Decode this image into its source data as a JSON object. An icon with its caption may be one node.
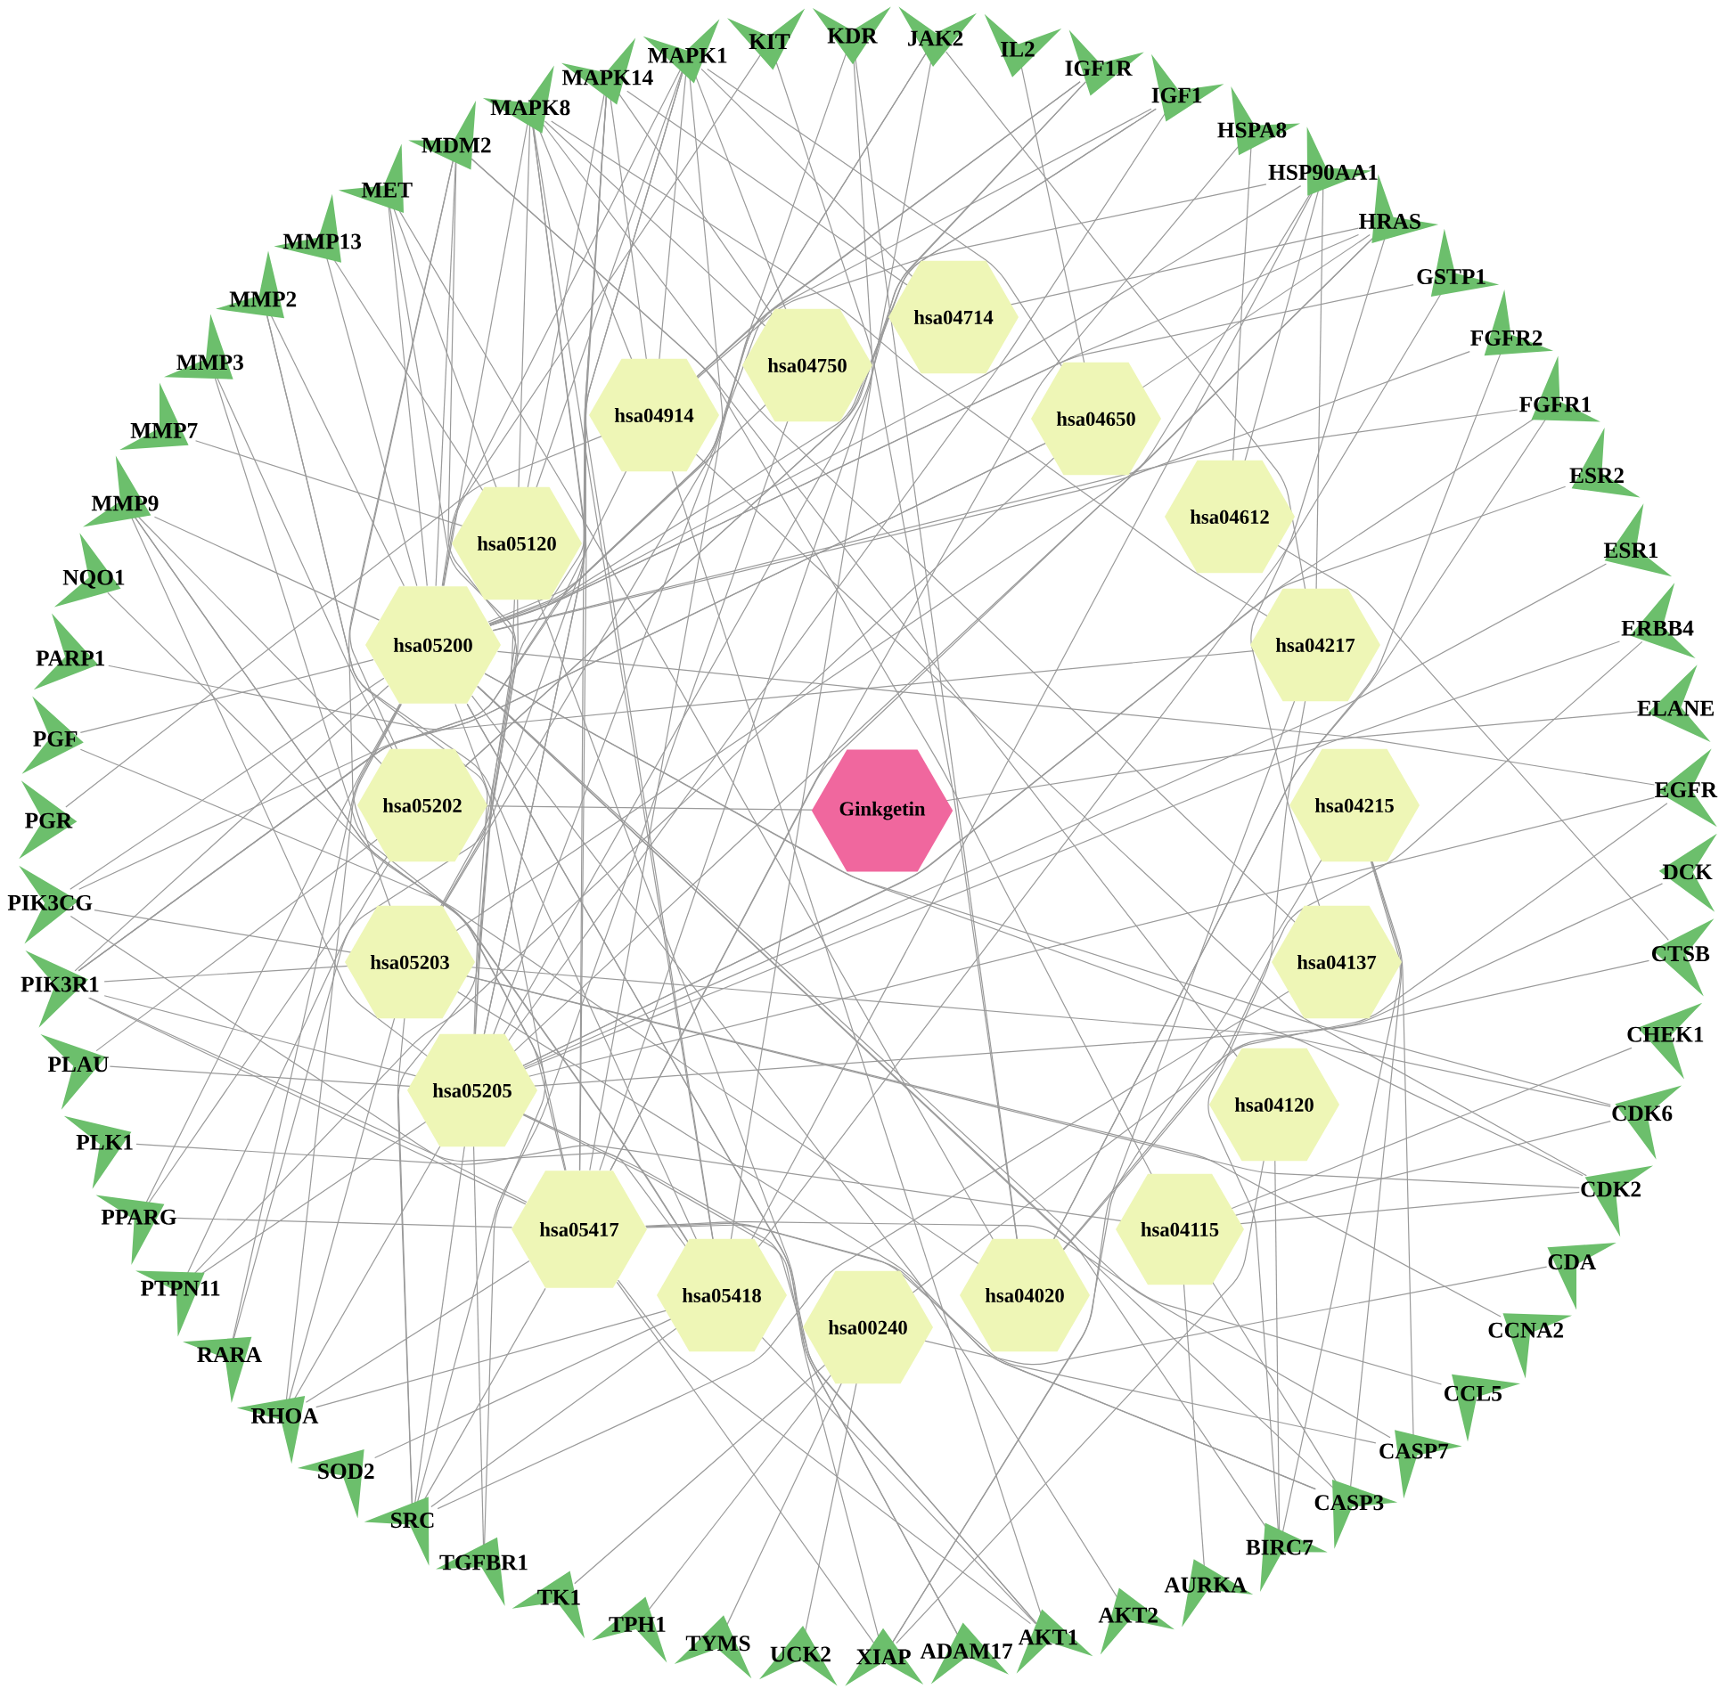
{
  "diagram": {
    "nodes": [
      {
        "text": [
          "Ginkgetin"
        ]
      },
      {
        "text": [
          "hsa04714"
        ]
      },
      {
        "text": [
          "hsa04750"
        ]
      },
      {
        "text": [
          "hsa04914"
        ]
      },
      {
        "text": [
          "hsa04650"
        ]
      },
      {
        "text": [
          "hsa05120"
        ]
      },
      {
        "text": [
          "hsa04612"
        ]
      },
      {
        "text": [
          "hsa05200"
        ]
      },
      {
        "text": [
          "hsa04217"
        ]
      },
      {
        "text": [
          "hsa05202"
        ]
      },
      {
        "text": [
          "hsa04215"
        ]
      },
      {
        "text": [
          "hsa05203"
        ]
      },
      {
        "text": [
          "hsa04137"
        ]
      },
      {
        "text": [
          "hsa05205"
        ]
      },
      {
        "text": [
          "hsa04120"
        ]
      },
      {
        "text": [
          "hsa05417"
        ]
      },
      {
        "text": [
          "hsa04115"
        ]
      },
      {
        "text": [
          "hsa05418"
        ]
      },
      {
        "text": [
          "hsa00240"
        ]
      },
      {
        "text": [
          "hsa04020"
        ]
      },
      {
        "text": [
          "KIT"
        ]
      },
      {
        "text": [
          "KDR"
        ]
      },
      {
        "text": [
          "JAK2"
        ]
      },
      {
        "text": [
          "IL2"
        ]
      },
      {
        "text": [
          "IGF1R"
        ]
      },
      {
        "text": [
          "IGF1"
        ]
      },
      {
        "text": [
          "HSPA8"
        ]
      },
      {
        "text": [
          "HSP90AA1"
        ]
      },
      {
        "text": [
          "HRAS"
        ]
      },
      {
        "text": [
          "GSTP1"
        ]
      },
      {
        "text": [
          "FGFR2"
        ]
      },
      {
        "text": [
          "FGFR1"
        ]
      },
      {
        "text": [
          "ESR2"
        ]
      },
      {
        "text": [
          "ESR1"
        ]
      },
      {
        "text": [
          "ERBB4"
        ]
      },
      {
        "text": [
          "ELANE"
        ]
      },
      {
        "text": [
          "EGFR"
        ]
      },
      {
        "text": [
          "DCK"
        ]
      },
      {
        "text": [
          "CTSB"
        ]
      },
      {
        "text": [
          "CHEK1"
        ]
      },
      {
        "text": [
          "CDK6"
        ]
      },
      {
        "text": [
          "CDK2"
        ]
      },
      {
        "text": [
          "CDA"
        ]
      },
      {
        "text": [
          "CCNA2"
        ]
      },
      {
        "text": [
          "CCL5"
        ]
      },
      {
        "text": [
          "CASP7"
        ]
      },
      {
        "text": [
          "CASP3"
        ]
      },
      {
        "text": [
          "BIRC7"
        ]
      },
      {
        "text": [
          "AURKA"
        ]
      },
      {
        "text": [
          "AKT2"
        ]
      },
      {
        "text": [
          "AKT1"
        ]
      },
      {
        "text": [
          "ADAM17"
        ]
      },
      {
        "text": [
          "XIAP"
        ]
      },
      {
        "text": [
          "UCK2"
        ]
      },
      {
        "text": [
          "TYMS"
        ]
      },
      {
        "text": [
          "TPH1"
        ]
      },
      {
        "text": [
          "TK1"
        ]
      },
      {
        "text": [
          "TGFBR1"
        ]
      },
      {
        "text": [
          "SRC"
        ]
      },
      {
        "text": [
          "SOD2"
        ]
      },
      {
        "text": [
          "RHOA"
        ]
      },
      {
        "text": [
          "RARA"
        ]
      },
      {
        "text": [
          "PTPN11"
        ]
      },
      {
        "text": [
          "PPARG"
        ]
      },
      {
        "text": [
          "PLK1"
        ]
      },
      {
        "text": [
          "PLAU"
        ]
      },
      {
        "text": [
          "PIK3R1"
        ]
      },
      {
        "text": [
          "PIK3CG"
        ]
      },
      {
        "text": [
          "PGR"
        ]
      },
      {
        "text": [
          "PGF"
        ]
      },
      {
        "text": [
          "PARP1"
        ]
      },
      {
        "text": [
          "NQO1"
        ]
      },
      {
        "text": [
          "MMP9"
        ]
      },
      {
        "text": [
          "MMP7"
        ]
      },
      {
        "text": [
          "MMP3"
        ]
      },
      {
        "text": [
          "MMP2"
        ]
      },
      {
        "text": [
          "MMP13"
        ]
      },
      {
        "text": [
          "MET"
        ]
      },
      {
        "text": [
          "MDM2"
        ]
      },
      {
        "text": [
          "MAPK8"
        ]
      },
      {
        "text": [
          "MAPK14"
        ]
      },
      {
        "text": [
          "MAPK1"
        ]
      }
    ],
    "edges": [
      {
        "from": 0,
        "to": 9,
        "arrow": "none"
      },
      {
        "from": 0,
        "to": 35,
        "arrow": "none"
      },
      {
        "from": 7,
        "to": 20,
        "arrow": "none"
      },
      {
        "from": 7,
        "to": 22,
        "arrow": "none"
      },
      {
        "from": 7,
        "to": 24,
        "arrow": "none"
      },
      {
        "from": 7,
        "to": 25,
        "arrow": "none"
      },
      {
        "from": 7,
        "to": 27,
        "arrow": "none"
      },
      {
        "from": 7,
        "to": 28,
        "arrow": "none"
      },
      {
        "from": 7,
        "to": 29,
        "arrow": "none"
      },
      {
        "from": 7,
        "to": 30,
        "arrow": "none"
      },
      {
        "from": 7,
        "to": 31,
        "arrow": "none"
      },
      {
        "from": 7,
        "to": 36,
        "arrow": "none"
      },
      {
        "from": 7,
        "to": 40,
        "arrow": "none"
      },
      {
        "from": 7,
        "to": 41,
        "arrow": "none"
      },
      {
        "from": 7,
        "to": 45,
        "arrow": "none"
      },
      {
        "from": 7,
        "to": 46,
        "arrow": "none"
      },
      {
        "from": 7,
        "to": 47,
        "arrow": "none"
      },
      {
        "from": 7,
        "to": 49,
        "arrow": "none"
      },
      {
        "from": 7,
        "to": 50,
        "arrow": "none"
      },
      {
        "from": 7,
        "to": 52,
        "arrow": "none"
      },
      {
        "from": 7,
        "to": 57,
        "arrow": "none"
      },
      {
        "from": 7,
        "to": 60,
        "arrow": "none"
      },
      {
        "from": 7,
        "to": 61,
        "arrow": "none"
      },
      {
        "from": 7,
        "to": 63,
        "arrow": "none"
      },
      {
        "from": 7,
        "to": 66,
        "arrow": "none"
      },
      {
        "from": 7,
        "to": 67,
        "arrow": "none"
      },
      {
        "from": 7,
        "to": 69,
        "arrow": "none"
      },
      {
        "from": 7,
        "to": 72,
        "arrow": "none"
      },
      {
        "from": 7,
        "to": 75,
        "arrow": "none"
      },
      {
        "from": 7,
        "to": 76,
        "arrow": "none"
      },
      {
        "from": 7,
        "to": 77,
        "arrow": "none"
      },
      {
        "from": 7,
        "to": 78,
        "arrow": "none"
      },
      {
        "from": 7,
        "to": 79,
        "arrow": "none"
      },
      {
        "from": 7,
        "to": 81,
        "arrow": "none"
      },
      {
        "from": 9,
        "to": 24,
        "arrow": "none"
      },
      {
        "from": 9,
        "to": 25,
        "arrow": "none"
      },
      {
        "from": 9,
        "to": 61,
        "arrow": "none"
      },
      {
        "from": 9,
        "to": 63,
        "arrow": "none"
      },
      {
        "from": 9,
        "to": 65,
        "arrow": "none"
      },
      {
        "from": 9,
        "to": 72,
        "arrow": "none"
      },
      {
        "from": 9,
        "to": 74,
        "arrow": "none"
      },
      {
        "from": 9,
        "to": 78,
        "arrow": "none"
      },
      {
        "from": 11,
        "to": 22,
        "arrow": "none"
      },
      {
        "from": 11,
        "to": 28,
        "arrow": "none"
      },
      {
        "from": 11,
        "to": 40,
        "arrow": "none"
      },
      {
        "from": 11,
        "to": 41,
        "arrow": "none"
      },
      {
        "from": 11,
        "to": 43,
        "arrow": "none"
      },
      {
        "from": 11,
        "to": 46,
        "arrow": "none"
      },
      {
        "from": 11,
        "to": 58,
        "arrow": "none"
      },
      {
        "from": 11,
        "to": 60,
        "arrow": "none"
      },
      {
        "from": 11,
        "to": 66,
        "arrow": "none"
      },
      {
        "from": 11,
        "to": 67,
        "arrow": "none"
      },
      {
        "from": 11,
        "to": 78,
        "arrow": "none"
      },
      {
        "from": 11,
        "to": 79,
        "arrow": "none"
      },
      {
        "from": 11,
        "to": 81,
        "arrow": "none"
      },
      {
        "from": 13,
        "to": 21,
        "arrow": "none"
      },
      {
        "from": 13,
        "to": 24,
        "arrow": "none"
      },
      {
        "from": 13,
        "to": 25,
        "arrow": "none"
      },
      {
        "from": 13,
        "to": 28,
        "arrow": "none"
      },
      {
        "from": 13,
        "to": 31,
        "arrow": "none"
      },
      {
        "from": 13,
        "to": 32,
        "arrow": "none"
      },
      {
        "from": 13,
        "to": 33,
        "arrow": "none"
      },
      {
        "from": 13,
        "to": 34,
        "arrow": "none"
      },
      {
        "from": 13,
        "to": 36,
        "arrow": "none"
      },
      {
        "from": 13,
        "to": 38,
        "arrow": "none"
      },
      {
        "from": 13,
        "to": 50,
        "arrow": "none"
      },
      {
        "from": 13,
        "to": 51,
        "arrow": "none"
      },
      {
        "from": 13,
        "to": 57,
        "arrow": "none"
      },
      {
        "from": 13,
        "to": 58,
        "arrow": "none"
      },
      {
        "from": 13,
        "to": 60,
        "arrow": "none"
      },
      {
        "from": 13,
        "to": 62,
        "arrow": "none"
      },
      {
        "from": 13,
        "to": 65,
        "arrow": "none"
      },
      {
        "from": 13,
        "to": 66,
        "arrow": "none"
      },
      {
        "from": 13,
        "to": 72,
        "arrow": "none"
      },
      {
        "from": 13,
        "to": 75,
        "arrow": "none"
      },
      {
        "from": 13,
        "to": 77,
        "arrow": "none"
      },
      {
        "from": 13,
        "to": 78,
        "arrow": "none"
      },
      {
        "from": 13,
        "to": 80,
        "arrow": "none"
      },
      {
        "from": 13,
        "to": 81,
        "arrow": "none"
      },
      {
        "from": 15,
        "to": 22,
        "arrow": "none"
      },
      {
        "from": 15,
        "to": 26,
        "arrow": "none"
      },
      {
        "from": 15,
        "to": 27,
        "arrow": "none"
      },
      {
        "from": 15,
        "to": 44,
        "arrow": "none"
      },
      {
        "from": 15,
        "to": 45,
        "arrow": "none"
      },
      {
        "from": 15,
        "to": 46,
        "arrow": "none"
      },
      {
        "from": 15,
        "to": 50,
        "arrow": "none"
      },
      {
        "from": 15,
        "to": 52,
        "arrow": "none"
      },
      {
        "from": 15,
        "to": 58,
        "arrow": "none"
      },
      {
        "from": 15,
        "to": 60,
        "arrow": "none"
      },
      {
        "from": 15,
        "to": 63,
        "arrow": "none"
      },
      {
        "from": 15,
        "to": 66,
        "arrow": "none"
      },
      {
        "from": 15,
        "to": 67,
        "arrow": "none"
      },
      {
        "from": 15,
        "to": 72,
        "arrow": "none"
      },
      {
        "from": 15,
        "to": 74,
        "arrow": "none"
      },
      {
        "from": 15,
        "to": 79,
        "arrow": "none"
      },
      {
        "from": 15,
        "to": 80,
        "arrow": "none"
      },
      {
        "from": 15,
        "to": 81,
        "arrow": "none"
      },
      {
        "from": 17,
        "to": 21,
        "arrow": "none"
      },
      {
        "from": 17,
        "to": 27,
        "arrow": "none"
      },
      {
        "from": 17,
        "to": 29,
        "arrow": "none"
      },
      {
        "from": 17,
        "to": 50,
        "arrow": "none"
      },
      {
        "from": 17,
        "to": 58,
        "arrow": "none"
      },
      {
        "from": 17,
        "to": 59,
        "arrow": "none"
      },
      {
        "from": 17,
        "to": 60,
        "arrow": "none"
      },
      {
        "from": 17,
        "to": 66,
        "arrow": "none"
      },
      {
        "from": 17,
        "to": 71,
        "arrow": "none"
      },
      {
        "from": 17,
        "to": 72,
        "arrow": "none"
      },
      {
        "from": 17,
        "to": 75,
        "arrow": "none"
      },
      {
        "from": 17,
        "to": 79,
        "arrow": "none"
      },
      {
        "from": 17,
        "to": 80,
        "arrow": "none"
      },
      {
        "from": 18,
        "to": 37,
        "arrow": "none"
      },
      {
        "from": 18,
        "to": 42,
        "arrow": "none"
      },
      {
        "from": 18,
        "to": 53,
        "arrow": "none"
      },
      {
        "from": 18,
        "to": 54,
        "arrow": "none"
      },
      {
        "from": 18,
        "to": 55,
        "arrow": "none"
      },
      {
        "from": 18,
        "to": 56,
        "arrow": "none"
      },
      {
        "from": 19,
        "to": 20,
        "arrow": "none"
      },
      {
        "from": 19,
        "to": 21,
        "arrow": "none"
      },
      {
        "from": 19,
        "to": 30,
        "arrow": "none"
      },
      {
        "from": 19,
        "to": 31,
        "arrow": "none"
      },
      {
        "from": 19,
        "to": 34,
        "arrow": "none"
      },
      {
        "from": 19,
        "to": 36,
        "arrow": "none"
      },
      {
        "from": 19,
        "to": 69,
        "arrow": "none"
      },
      {
        "from": 19,
        "to": 77,
        "arrow": "none"
      },
      {
        "from": 16,
        "to": 39,
        "arrow": "none"
      },
      {
        "from": 16,
        "to": 40,
        "arrow": "none"
      },
      {
        "from": 16,
        "to": 41,
        "arrow": "none"
      },
      {
        "from": 16,
        "to": 46,
        "arrow": "none"
      },
      {
        "from": 16,
        "to": 48,
        "arrow": "none"
      },
      {
        "from": 16,
        "to": 64,
        "arrow": "none"
      },
      {
        "from": 16,
        "to": 78,
        "arrow": "none"
      },
      {
        "from": 14,
        "to": 47,
        "arrow": "none"
      },
      {
        "from": 14,
        "to": 52,
        "arrow": "none"
      },
      {
        "from": 14,
        "to": 78,
        "arrow": "none"
      },
      {
        "from": 12,
        "to": 28,
        "arrow": "none"
      },
      {
        "from": 12,
        "to": 58,
        "arrow": "none"
      },
      {
        "from": 12,
        "to": 79,
        "arrow": "none"
      },
      {
        "from": 10,
        "to": 45,
        "arrow": "none"
      },
      {
        "from": 10,
        "to": 46,
        "arrow": "none"
      },
      {
        "from": 10,
        "to": 47,
        "arrow": "none"
      },
      {
        "from": 10,
        "to": 52,
        "arrow": "none"
      },
      {
        "from": 8,
        "to": 22,
        "arrow": "none"
      },
      {
        "from": 8,
        "to": 27,
        "arrow": "none"
      },
      {
        "from": 8,
        "to": 47,
        "arrow": "none"
      },
      {
        "from": 8,
        "to": 52,
        "arrow": "none"
      },
      {
        "from": 8,
        "to": 70,
        "arrow": "none"
      },
      {
        "from": 8,
        "to": 79,
        "arrow": "none"
      },
      {
        "from": 6,
        "to": 26,
        "arrow": "none"
      },
      {
        "from": 6,
        "to": 27,
        "arrow": "none"
      },
      {
        "from": 6,
        "to": 38,
        "arrow": "none"
      },
      {
        "from": 4,
        "to": 23,
        "arrow": "none"
      },
      {
        "from": 4,
        "to": 28,
        "arrow": "none"
      },
      {
        "from": 4,
        "to": 62,
        "arrow": "none"
      },
      {
        "from": 4,
        "to": 66,
        "arrow": "none"
      },
      {
        "from": 4,
        "to": 67,
        "arrow": "none"
      },
      {
        "from": 4,
        "to": 81,
        "arrow": "none"
      },
      {
        "from": 1,
        "to": 28,
        "arrow": "none"
      },
      {
        "from": 1,
        "to": 80,
        "arrow": "none"
      },
      {
        "from": 1,
        "to": 81,
        "arrow": "none"
      },
      {
        "from": 2,
        "to": 58,
        "arrow": "none"
      },
      {
        "from": 2,
        "to": 66,
        "arrow": "none"
      },
      {
        "from": 2,
        "to": 79,
        "arrow": "none"
      },
      {
        "from": 2,
        "to": 80,
        "arrow": "none"
      },
      {
        "from": 2,
        "to": 81,
        "arrow": "none"
      },
      {
        "from": 3,
        "to": 24,
        "arrow": "none"
      },
      {
        "from": 3,
        "to": 25,
        "arrow": "none"
      },
      {
        "from": 3,
        "to": 27,
        "arrow": "none"
      },
      {
        "from": 3,
        "to": 41,
        "arrow": "none"
      },
      {
        "from": 3,
        "to": 50,
        "arrow": "none"
      },
      {
        "from": 3,
        "to": 66,
        "arrow": "none"
      },
      {
        "from": 3,
        "to": 68,
        "arrow": "none"
      },
      {
        "from": 3,
        "to": 79,
        "arrow": "none"
      },
      {
        "from": 3,
        "to": 80,
        "arrow": "none"
      },
      {
        "from": 3,
        "to": 81,
        "arrow": "none"
      },
      {
        "from": 5,
        "to": 51,
        "arrow": "none"
      },
      {
        "from": 5,
        "to": 58,
        "arrow": "none"
      },
      {
        "from": 5,
        "to": 62,
        "arrow": "none"
      },
      {
        "from": 5,
        "to": 73,
        "arrow": "none"
      },
      {
        "from": 5,
        "to": 76,
        "arrow": "none"
      },
      {
        "from": 5,
        "to": 77,
        "arrow": "none"
      },
      {
        "from": 5,
        "to": 79,
        "arrow": "none"
      },
      {
        "from": 5,
        "to": 80,
        "arrow": "none"
      },
      {
        "from": 5,
        "to": 81,
        "arrow": "none"
      }
    ]
  }
}
